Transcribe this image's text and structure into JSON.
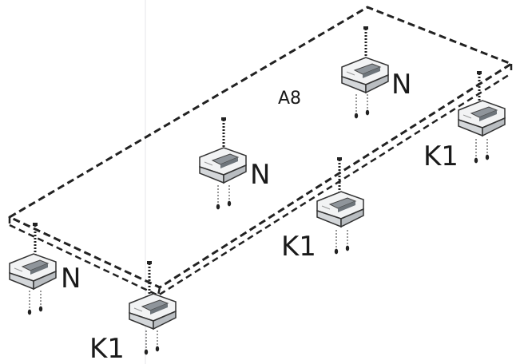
{
  "panel_label": "A8",
  "brackets": [
    {
      "id": "bracket-far",
      "label": "N",
      "screw": true
    },
    {
      "id": "bracket-middle",
      "label": "N",
      "screw": true
    },
    {
      "id": "bracket-near-left",
      "label": "N",
      "screw": true
    },
    {
      "id": "bracket-right-far",
      "label": "K1",
      "screw": true
    },
    {
      "id": "bracket-right-mid",
      "label": "K1",
      "screw": true
    },
    {
      "id": "bracket-front",
      "label": "K1",
      "screw": true
    }
  ]
}
